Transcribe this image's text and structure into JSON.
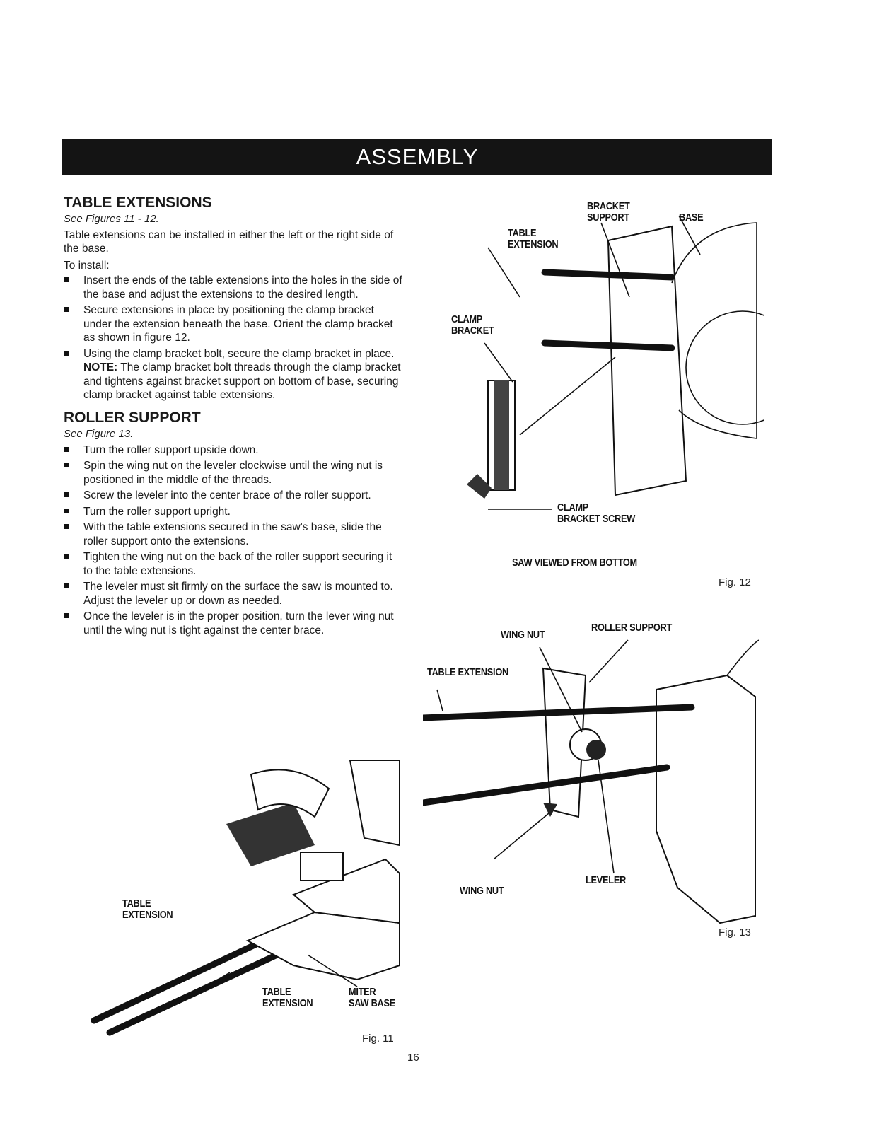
{
  "banner": "ASSEMBLY",
  "table_extensions": {
    "title": "TABLE EXTENSIONS",
    "see": "See Figures 11 - 12.",
    "intro": "Table extensions can be installed in either the left or the right side of the base.",
    "to_install": "To install:",
    "bullets": [
      "Insert the ends of the table extensions into the holes in the side of the base and adjust the extensions to the desired length.",
      "Secure extensions in place by positioning the clamp bracket under the extension beneath the base. Orient the clamp bracket as shown in figure 12.",
      "Using the clamp bracket bolt, secure the clamp bracket in place."
    ],
    "note_label": "NOTE:",
    "note_text": " The clamp bracket bolt threads through the clamp bracket and tightens against bracket support on bottom of base, securing clamp bracket against table extensions."
  },
  "roller_support": {
    "title": "ROLLER SUPPORT",
    "see": "See Figure 13.",
    "bullets": [
      "Turn the roller support upside down.",
      "Spin the wing nut on the leveler clockwise until the wing nut is positioned in the middle of the threads.",
      "Screw the leveler into the center brace of the roller support.",
      "Turn the roller support upright.",
      "With the table extensions secured in the saw's base, slide the roller support onto the extensions.",
      "Tighten the wing nut on the back of the roller support securing it to the table extensions.",
      "The leveler must sit firmly on the surface the saw is mounted to. Adjust the leveler up or down as needed.",
      "Once the leveler is in the proper position, turn the lever wing nut until the wing nut is tight against the center brace."
    ]
  },
  "fig11": {
    "label_table_extension_1": "TABLE\nEXTENSION",
    "label_table_extension_2": "TABLE\nEXTENSION",
    "label_miter_saw_base": "MITER\nSAW BASE",
    "caption": "Fig. 11"
  },
  "fig12": {
    "label_bracket_support": "BRACKET\nSUPPORT",
    "label_base": "BASE",
    "label_table_extension": "TABLE\nEXTENSION",
    "label_clamp_bracket": "CLAMP\nBRACKET",
    "label_clamp_bracket_screw": "CLAMP\nBRACKET SCREW",
    "subtitle": "SAW VIEWED FROM BOTTOM",
    "caption": "Fig. 12"
  },
  "fig13": {
    "label_wing_nut_top": "WING NUT",
    "label_roller_support": "ROLLER SUPPORT",
    "label_table_extension": "TABLE EXTENSION",
    "label_wing_nut_bottom": "WING NUT",
    "label_leveler": "LEVELER",
    "caption": "Fig. 13"
  },
  "page_number": "16"
}
